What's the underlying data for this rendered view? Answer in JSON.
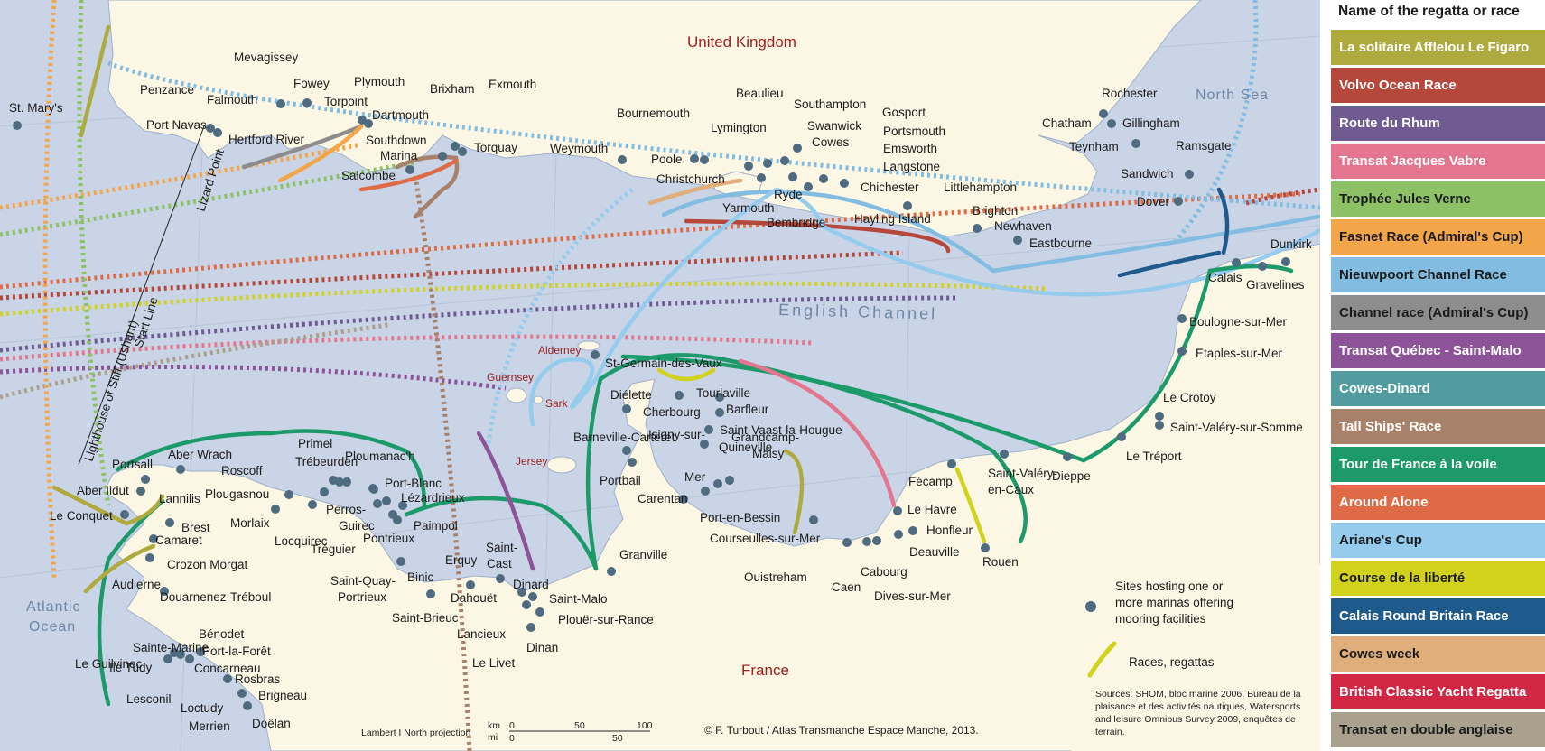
{
  "labels": {
    "countries": [
      "United Kingdom",
      "France"
    ],
    "seas": [
      "North Sea",
      "English Channel",
      "Atlantic",
      "Ocean"
    ],
    "lines": [
      "Lizard Point",
      "Start Line",
      "Lighthouse of Stiff (Ushant)"
    ],
    "islands": [
      "Alderney",
      "Guernsey",
      "Sark",
      "Jersey"
    ],
    "uk_places": [
      "St. Mary's",
      "Penzance",
      "Port Navas",
      "Falmouth",
      "Hertford River",
      "Mevagissey",
      "Fowey",
      "Plymouth",
      "Torpoint",
      "Dartmouth",
      "Southdown",
      "Marina",
      "Salcombe",
      "Brixham",
      "Exmouth",
      "Torquay",
      "Weymouth",
      "Bournemouth",
      "Poole",
      "Christchurch",
      "Lymington",
      "Beaulieu",
      "Southampton",
      "Swanwick",
      "Cowes",
      "Yarmouth",
      "Ryde",
      "Bembridge",
      "Gosport",
      "Portsmouth",
      "Emsworth",
      "Langstone",
      "Chichester",
      "Hayling Island",
      "Littlehampton",
      "Brighton",
      "Newhaven",
      "Eastbourne",
      "Rochester",
      "Chatham",
      "Gillingham",
      "Teynham",
      "Ramsgate",
      "Sandwich",
      "Dover"
    ],
    "fr_places": [
      "Dunkirk",
      "Calais",
      "Gravelines",
      "Boulogne-sur-Mer",
      "Etaples-sur-Mer",
      "Le Crotoy",
      "Saint-Valéry-sur-Somme",
      "Le Tréport",
      "Dieppe",
      "Saint-Valéry-",
      "en-Caux",
      "Fécamp",
      "Rouen",
      "Le Havre",
      "Honfleur",
      "Deauville",
      "Cabourg",
      "Dives-sur-Mer",
      "Caen",
      "Ouistreham",
      "Courseulles-sur-Mer",
      "Port-en-Bessin",
      "Grandcamp-",
      "Maisy",
      "Isigny-sur-",
      "Mer",
      "Carentan",
      "Quineville",
      "Saint-Vaast-la-Hougue",
      "Barfleur",
      "Tourlaville",
      "Cherbourg",
      "St-Germain-des-Vaux",
      "Diélette",
      "Barneville-Carteret",
      "Portbail",
      "Granville",
      "Saint-Malo",
      "Dinard",
      "Plouër-sur-Rance",
      "Dinan",
      "Lancieux",
      "Le Livet",
      "Saint-",
      "Cast",
      "Erquy",
      "Dahouët",
      "Saint-Brieuc",
      "Binic",
      "Saint-Quay-",
      "Portrieux",
      "Paimpol",
      "Lézardrieux",
      "Pontrieux",
      "Tréguier",
      "Port-Blanc",
      "Perros-",
      "Guirec",
      "Primel",
      "Ploumanac'h",
      "Trébeurden",
      "Locquirec",
      "Morlaix",
      "Plougasnou",
      "Roscoff",
      "Aber Wrach",
      "Lannilis",
      "Portsall",
      "Aber Ildut",
      "Le Conquet",
      "Brest",
      "Camaret",
      "Crozon Morgat",
      "Audierne",
      "Douarnenez-Tréboul",
      "Sainte-Marine",
      "Bénodet",
      "Ile Tudy",
      "Port-la-Forêt",
      "Concarneau",
      "Le Guilvinec",
      "Lesconil",
      "Loctudy",
      "Rosbras",
      "Brigneau",
      "Merrien",
      "Doëlan"
    ]
  },
  "map_legend": {
    "sites_text": [
      "Sites hosting one or",
      "more marinas offering",
      "mooring facilities"
    ],
    "races_text": "Races, regattas",
    "sources": [
      "Sources: SHOM, bloc marine 2006, Bureau de la",
      "plaisance et des activités nautiques, Watersports",
      "and leisure Omnibus Survey 2009, enquêtes de",
      "terrain."
    ]
  },
  "scale": {
    "projection": "Lambert I North projection",
    "units": [
      "km",
      "mi"
    ],
    "km_ticks": [
      "0",
      "50",
      "100"
    ],
    "mi_ticks": [
      "0",
      "50"
    ]
  },
  "credit": "© F. Turbout / Atlas Transmanche Espace Manche, 2013.",
  "legend": {
    "title": "Name of the regatta or race",
    "items": [
      {
        "label": "La solitaire Afflelou Le Figaro",
        "color": "#aeaa3e",
        "text": "dark"
      },
      {
        "label": "Volvo Ocean Race",
        "color": "#b5473b",
        "text": "dark"
      },
      {
        "label": "Route du Rhum",
        "color": "#6f5a92",
        "text": "dark"
      },
      {
        "label": "Transat Jacques Vabre",
        "color": "#e3758f",
        "text": "dark"
      },
      {
        "label": "Trophée Jules Verne",
        "color": "#8cc265",
        "text": "light"
      },
      {
        "label": "Fasnet Race (Admiral's Cup)",
        "color": "#f3a54a",
        "text": "light"
      },
      {
        "label": "Nieuwpoort Channel Race",
        "color": "#82bde1",
        "text": "light"
      },
      {
        "label": "Channel race (Admiral's Cup)",
        "color": "#8d8d8d",
        "text": "light"
      },
      {
        "label": "Transat Québec - Saint-Malo",
        "color": "#8c5399",
        "text": "dark"
      },
      {
        "label": "Cowes-Dinard",
        "color": "#529c9f",
        "text": "dark"
      },
      {
        "label": "Tall Ships' Race",
        "color": "#a8816a",
        "text": "dark"
      },
      {
        "label": "Tour de France à la voile",
        "color": "#1c9a6a",
        "text": "dark"
      },
      {
        "label": "Around Alone",
        "color": "#de6b45",
        "text": "dark"
      },
      {
        "label": "Ariane's Cup",
        "color": "#95cbed",
        "text": "light"
      },
      {
        "label": "Course de la liberté",
        "color": "#d2d21c",
        "text": "light"
      },
      {
        "label": "Calais Round Britain Race",
        "color": "#1f5a8c",
        "text": "dark"
      },
      {
        "label": "Cowes week",
        "color": "#dfae7a",
        "text": "light"
      },
      {
        "label": "British Classic Yacht Regatta",
        "color": "#d22744",
        "text": "dark"
      },
      {
        "label": "Transat en double anglaise",
        "color": "#aaa08e",
        "text": "light"
      }
    ]
  },
  "colors": {
    "sea": "#c9d4e6",
    "land": "#fbf7e4",
    "marina": "#4e6b7f",
    "race": "#d2d21c",
    "label_red": "#9a1f1f",
    "sea_label": "#6d86a6"
  }
}
